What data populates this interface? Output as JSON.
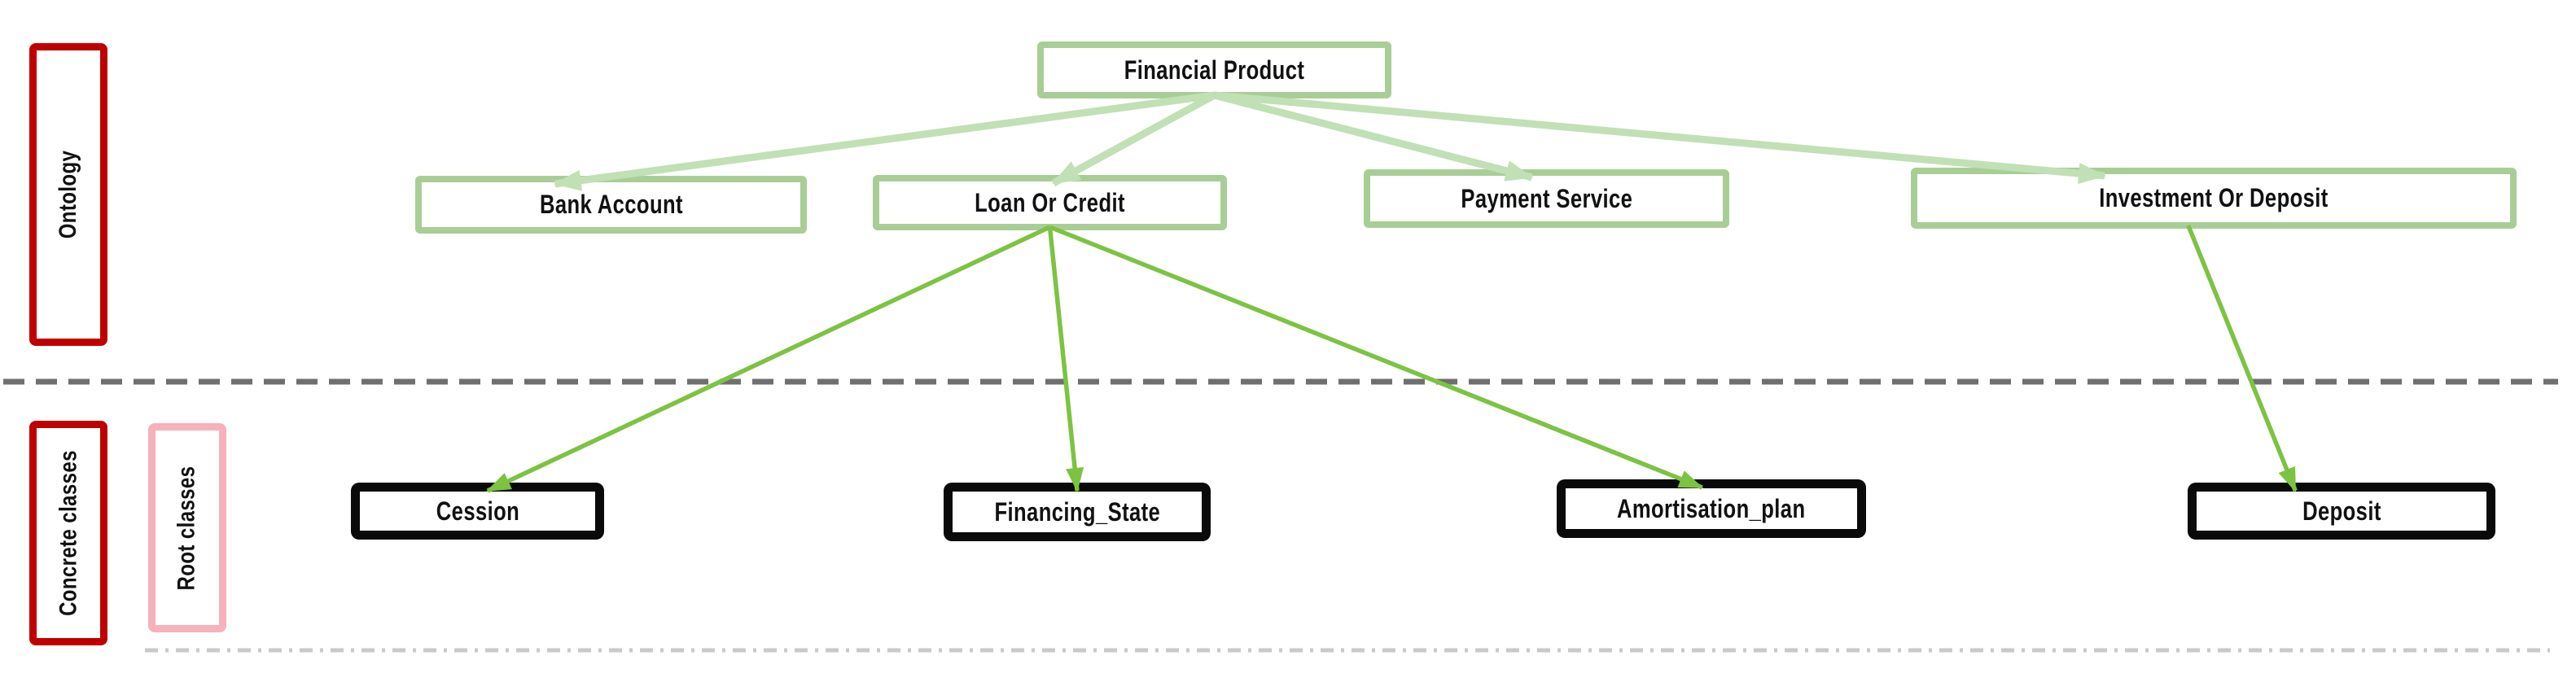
{
  "diagram": {
    "title_hint": "Financial product ontology mapped to concrete root classes",
    "side_labels": {
      "ontology": "Ontology",
      "concrete": "Concrete classes",
      "root": "Root classes"
    },
    "nodes": [
      {
        "id": "financial_product",
        "label": "Financial Product",
        "type": "ontology"
      },
      {
        "id": "bank_account",
        "label": "Bank Account",
        "type": "ontology"
      },
      {
        "id": "loan_or_credit",
        "label": "Loan Or Credit",
        "type": "ontology"
      },
      {
        "id": "payment_service",
        "label": "Payment Service",
        "type": "ontology"
      },
      {
        "id": "investment_or_deposit",
        "label": "Investment Or Deposit",
        "type": "ontology"
      },
      {
        "id": "cession",
        "label": "Cession",
        "type": "concrete"
      },
      {
        "id": "financing_state",
        "label": "Financing_State",
        "type": "concrete"
      },
      {
        "id": "amortisation_plan",
        "label": "Amortisation_plan",
        "type": "concrete"
      },
      {
        "id": "deposit",
        "label": "Deposit",
        "type": "concrete"
      }
    ],
    "edges": [
      {
        "from": "financial_product",
        "to": "bank_account",
        "style": "pale",
        "from_anchor": 0.5,
        "to_anchor": 0.357
      },
      {
        "from": "financial_product",
        "to": "loan_or_credit",
        "style": "pale",
        "from_anchor": 0.5,
        "to_anchor": 0.51
      },
      {
        "from": "financial_product",
        "to": "payment_service",
        "style": "pale",
        "from_anchor": 0.5,
        "to_anchor": 0.46
      },
      {
        "from": "financial_product",
        "to": "investment_or_deposit",
        "style": "pale",
        "from_anchor": 0.5,
        "to_anchor": 0.32
      },
      {
        "from": "loan_or_credit",
        "to": "cession",
        "style": "bright",
        "from_anchor": 0.5,
        "to_anchor": 0.54
      },
      {
        "from": "loan_or_credit",
        "to": "financing_state",
        "style": "bright",
        "from_anchor": 0.5,
        "to_anchor": 0.5
      },
      {
        "from": "loan_or_credit",
        "to": "amortisation_plan",
        "style": "bright",
        "from_anchor": 0.5,
        "to_anchor": 0.47
      },
      {
        "from": "investment_or_deposit",
        "to": "deposit",
        "style": "bright",
        "from_anchor": 0.458,
        "to_anchor": 0.35
      }
    ],
    "palette": {
      "pale_border": "#a8ce96",
      "pale_arrow": "#c1e0b5",
      "bright": "#7cc342",
      "dark_red": "#c00000",
      "pink": "#f6b1bb",
      "black": "#0a0a0a",
      "divider_dark": "#6f6f6f",
      "divider_light": "#c9c9c9"
    }
  }
}
